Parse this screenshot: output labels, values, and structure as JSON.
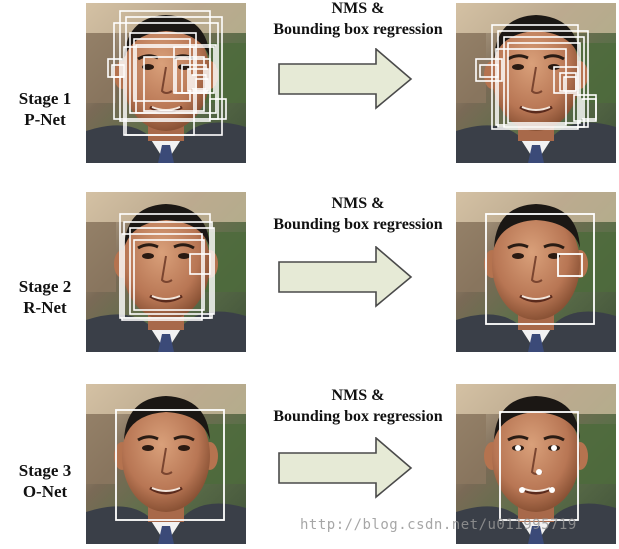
{
  "stages": [
    {
      "title": "Stage 1",
      "net": "P-Net"
    },
    {
      "title": "Stage 2",
      "net": "R-Net"
    },
    {
      "title": "Stage 3",
      "net": "O-Net"
    }
  ],
  "step": {
    "line1": "NMS &",
    "line2": "Bounding box regression"
  },
  "watermark": "http://blog.csdn.net/u011995719",
  "colors": {
    "arrow_fill": "#e6ead6",
    "arrow_stroke": "#4a4a4a",
    "box": "#ffffff",
    "landmark": "#ffffff"
  }
}
